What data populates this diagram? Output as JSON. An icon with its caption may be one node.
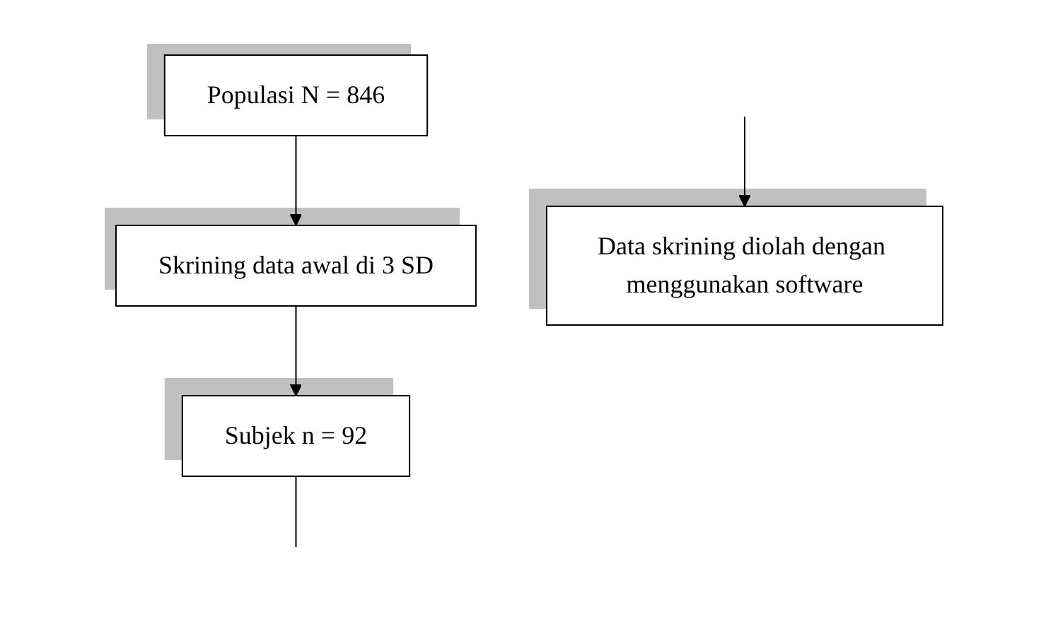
{
  "diagram": {
    "nodes": [
      {
        "text": [
          "Populasi N = 846"
        ]
      },
      {
        "text": [
          "Skrining data awal di 3 SD"
        ]
      },
      {
        "text": [
          "Subjek n = 92"
        ]
      },
      {
        "text": [
          "Data skrining diolah dengan menggunakan software"
        ]
      }
    ],
    "edges": [
      {
        "from": 0,
        "to": 1,
        "arrow": "to"
      },
      {
        "from": 1,
        "to": 2,
        "arrow": "to"
      },
      {
        "from": null,
        "to": 3,
        "arrow": "to"
      },
      {
        "from": 2,
        "to": null,
        "arrow": "none"
      }
    ]
  }
}
